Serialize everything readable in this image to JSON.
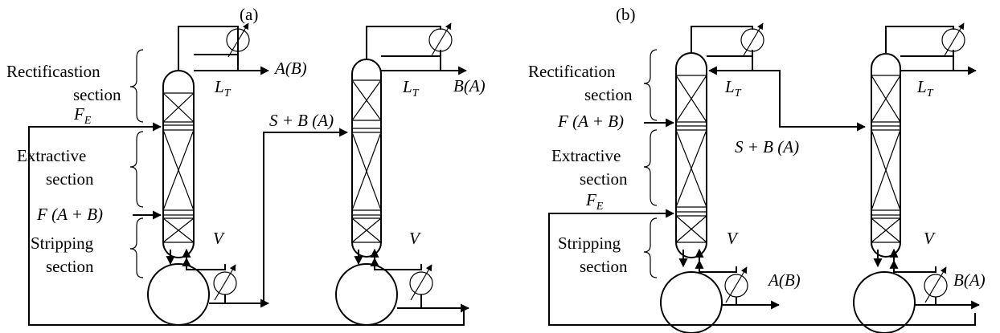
{
  "panel_a": {
    "label": "(a)",
    "rect_label": "Rectificastion",
    "section": "section",
    "feed_entrainer": "F",
    "feed_entrainer_sub": "E",
    "extractive": "Extractive",
    "feed_mix": "F (A + B)",
    "stripping": "Stripping",
    "top_product_1": "A(B)",
    "reflux": "L",
    "reflux_sub": "T",
    "vapor": "V",
    "side_stream": "S + B (A)",
    "top_product_2": "B(A)"
  },
  "panel_b": {
    "label": "(b)",
    "rect_label": "Rectification",
    "section": "section",
    "feed_mix": "F (A + B)",
    "extractive": "Extractive",
    "feed_entrainer": "F",
    "feed_entrainer_sub": "E",
    "stripping": "Stripping",
    "reflux": "L",
    "reflux_sub": "T",
    "side_stream": "S + B (A)",
    "vapor": "V",
    "bottom_product_1": "A(B)",
    "bottom_product_2": "B(A)"
  }
}
